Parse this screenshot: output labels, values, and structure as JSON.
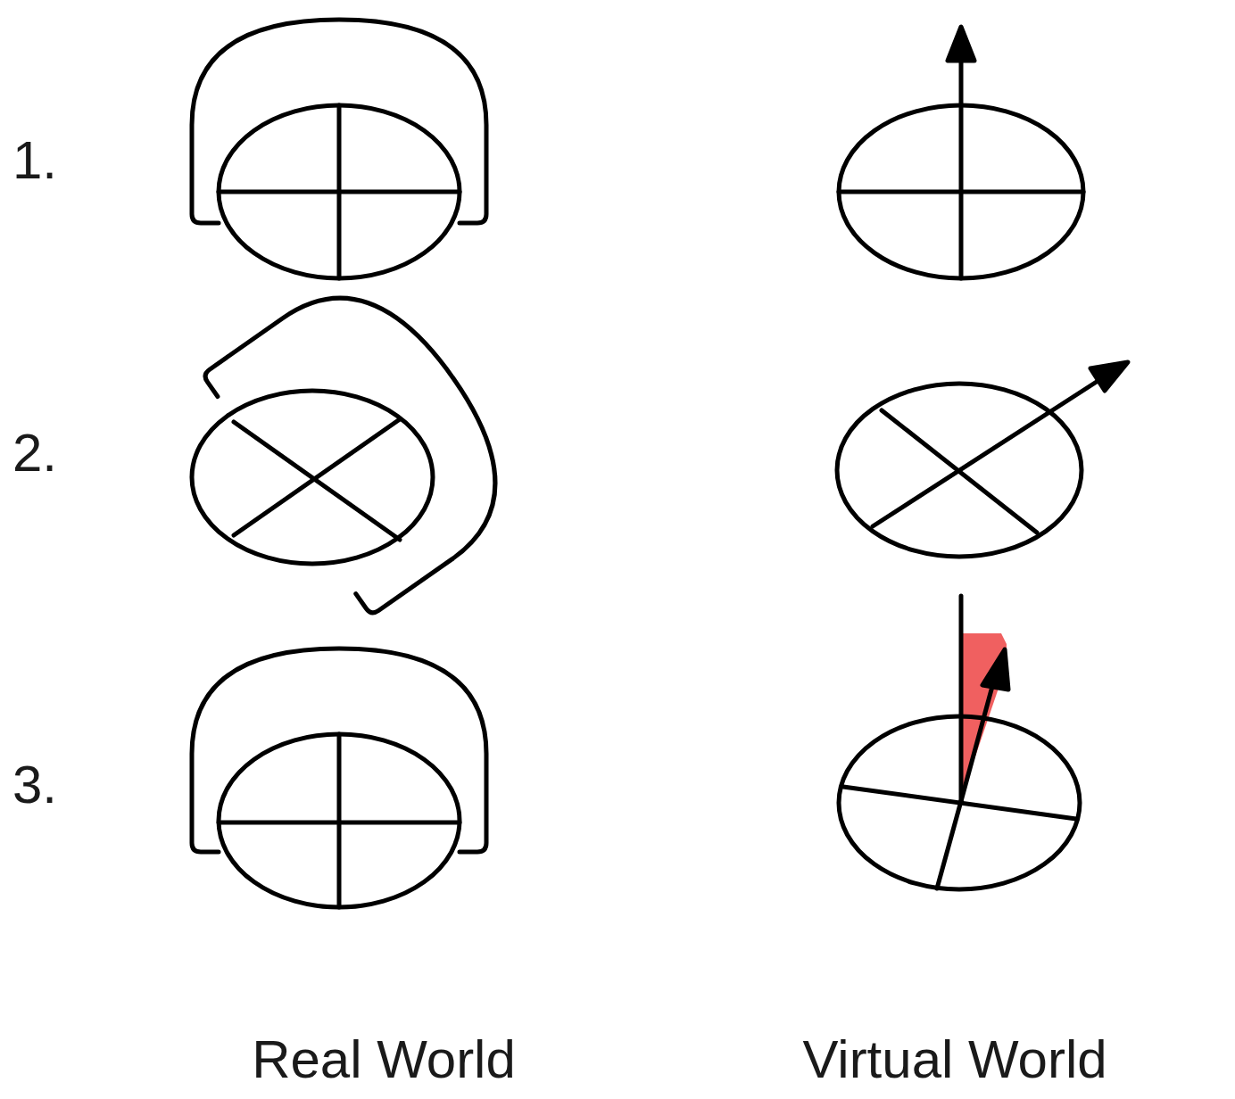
{
  "diagram": {
    "labels": [
      "1.",
      "2.",
      "3.",
      "Real World",
      "Virtual World"
    ]
  }
}
